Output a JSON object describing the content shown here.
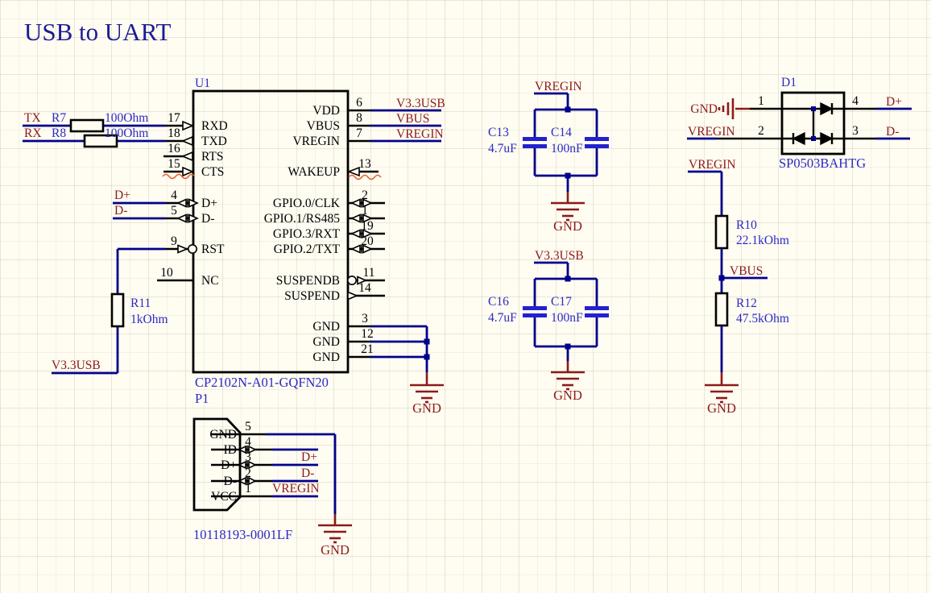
{
  "title": "USB to UART",
  "nets": {
    "tx": "TX",
    "rx": "RX",
    "d_plus": "D+",
    "d_minus": "D-",
    "v33usb": "V3.3USB",
    "vbus": "VBUS",
    "vregin": "VREGIN",
    "gnd": "GND"
  },
  "u1": {
    "designator": "U1",
    "part_number": "CP2102N-A01-GQFN20",
    "secondary_designator": "P1",
    "pins": {
      "p17": {
        "num": "17",
        "name": "RXD"
      },
      "p18": {
        "num": "18",
        "name": "TXD"
      },
      "p16": {
        "num": "16",
        "name": "RTS"
      },
      "p15": {
        "num": "15",
        "name": "CTS"
      },
      "p4": {
        "num": "4",
        "name": "D+"
      },
      "p5": {
        "num": "5",
        "name": "D-"
      },
      "p9": {
        "num": "9",
        "name": "RST"
      },
      "p10": {
        "num": "10",
        "name": "NC"
      },
      "p6": {
        "num": "6",
        "name": "VDD"
      },
      "p8": {
        "num": "8",
        "name": "VBUS"
      },
      "p7": {
        "num": "7",
        "name": "VREGIN"
      },
      "p13": {
        "num": "13",
        "name": "WAKEUP"
      },
      "p2": {
        "num": "2",
        "name": "GPIO.0/CLK"
      },
      "p1": {
        "num": "1",
        "name": "GPIO.1/RS485"
      },
      "p19": {
        "num": "19",
        "name": "GPIO.3/RXT"
      },
      "p20": {
        "num": "20",
        "name": "GPIO.2/TXT"
      },
      "p11": {
        "num": "11",
        "name": "SUSPENDB"
      },
      "p14": {
        "num": "14",
        "name": "SUSPEND"
      },
      "p3": {
        "num": "3",
        "name": "GND"
      },
      "p12": {
        "num": "12",
        "name": "GND"
      },
      "p21": {
        "num": "21",
        "name": "GND"
      }
    }
  },
  "resistors": {
    "r7": {
      "designator": "R7",
      "value": "100Ohm"
    },
    "r8": {
      "designator": "R8",
      "value": "100Ohm"
    },
    "r10": {
      "designator": "R10",
      "value": "22.1kOhm"
    },
    "r11": {
      "designator": "R11",
      "value": "1kOhm"
    },
    "r12": {
      "designator": "R12",
      "value": "47.5kOhm"
    }
  },
  "capacitors": {
    "c13": {
      "designator": "C13",
      "value": "4.7uF"
    },
    "c14": {
      "designator": "C14",
      "value": "100nF"
    },
    "c16": {
      "designator": "C16",
      "value": "4.7uF"
    },
    "c17": {
      "designator": "C17",
      "value": "100nF"
    }
  },
  "diode": {
    "designator": "D1",
    "part_number": "SP0503BAHTG",
    "pins": {
      "p1": "1",
      "p2": "2",
      "p3": "3",
      "p4": "4"
    }
  },
  "usb_connector": {
    "part_number": "10118193-0001LF",
    "pins": {
      "p5": {
        "num": "5",
        "name": "GND"
      },
      "p4": {
        "num": "4",
        "name": "ID"
      },
      "p3": {
        "num": "3",
        "name": "D+"
      },
      "p2": {
        "num": "2",
        "name": "D-"
      },
      "p1": {
        "num": "1",
        "name": "VCC"
      }
    }
  },
  "colors": {
    "wire": "#00008B",
    "net_label": "#8C1A1A",
    "designator_text": "#2A2AC8",
    "capacitor_plate": "#2222D0",
    "erc_marker": "#E2622D",
    "background": "#FFFCF1"
  }
}
